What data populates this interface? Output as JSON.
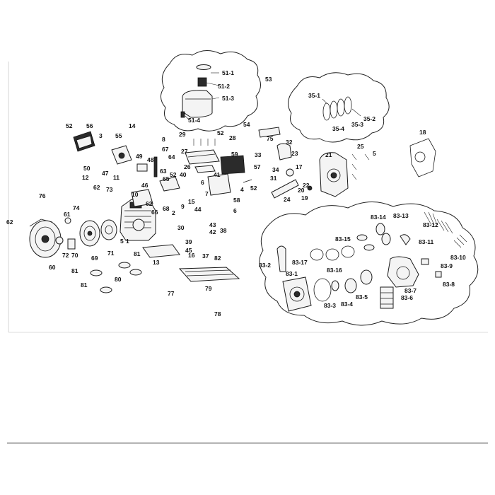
{
  "callouts": [
    {
      "id": "c-51-1",
      "text": "51-1"
    },
    {
      "id": "c-51-2",
      "text": "51-2"
    },
    {
      "id": "c-51-3",
      "text": "51-3"
    },
    {
      "id": "c-51-4",
      "text": "51-4"
    },
    {
      "id": "c-53",
      "text": "53"
    },
    {
      "id": "c-35-1",
      "text": "35-1"
    },
    {
      "id": "c-35-2",
      "text": "35-2"
    },
    {
      "id": "c-35-3",
      "text": "35-3"
    },
    {
      "id": "c-35-4",
      "text": "35-4"
    },
    {
      "id": "c-52a",
      "text": "52"
    },
    {
      "id": "c-56",
      "text": "56"
    },
    {
      "id": "c-3",
      "text": "3"
    },
    {
      "id": "c-55",
      "text": "55"
    },
    {
      "id": "c-14",
      "text": "14"
    },
    {
      "id": "c-8",
      "text": "8"
    },
    {
      "id": "c-29",
      "text": "29"
    },
    {
      "id": "c-52b",
      "text": "52"
    },
    {
      "id": "c-28",
      "text": "28"
    },
    {
      "id": "c-54",
      "text": "54"
    },
    {
      "id": "c-75",
      "text": "75"
    },
    {
      "id": "c-32",
      "text": "32"
    },
    {
      "id": "c-18",
      "text": "18"
    },
    {
      "id": "c-25",
      "text": "25"
    },
    {
      "id": "c-5a",
      "text": "5"
    },
    {
      "id": "c-21",
      "text": "21"
    },
    {
      "id": "c-27",
      "text": "27"
    },
    {
      "id": "c-59",
      "text": "59"
    },
    {
      "id": "c-33",
      "text": "33"
    },
    {
      "id": "c-23",
      "text": "23"
    },
    {
      "id": "c-49",
      "text": "49"
    },
    {
      "id": "c-67",
      "text": "67"
    },
    {
      "id": "c-48",
      "text": "48"
    },
    {
      "id": "c-64",
      "text": "64"
    },
    {
      "id": "c-50",
      "text": "50"
    },
    {
      "id": "c-47",
      "text": "47"
    },
    {
      "id": "c-26",
      "text": "26"
    },
    {
      "id": "c-57",
      "text": "57"
    },
    {
      "id": "c-34",
      "text": "34"
    },
    {
      "id": "c-17",
      "text": "17"
    },
    {
      "id": "c-63",
      "text": "63"
    },
    {
      "id": "c-40",
      "text": "40"
    },
    {
      "id": "c-41",
      "text": "41"
    },
    {
      "id": "c-12",
      "text": "12"
    },
    {
      "id": "c-62a",
      "text": "62"
    },
    {
      "id": "c-11",
      "text": "11"
    },
    {
      "id": "c-46",
      "text": "46"
    },
    {
      "id": "c-65",
      "text": "65"
    },
    {
      "id": "c-52c",
      "text": "52"
    },
    {
      "id": "c-73",
      "text": "73"
    },
    {
      "id": "c-6a",
      "text": "6"
    },
    {
      "id": "c-4",
      "text": "4"
    },
    {
      "id": "c-52d",
      "text": "52"
    },
    {
      "id": "c-31",
      "text": "31"
    },
    {
      "id": "c-22",
      "text": "22"
    },
    {
      "id": "c-20",
      "text": "20"
    },
    {
      "id": "c-19",
      "text": "19"
    },
    {
      "id": "c-76",
      "text": "76"
    },
    {
      "id": "c-10",
      "text": "10"
    },
    {
      "id": "c-15",
      "text": "15"
    },
    {
      "id": "c-7",
      "text": "7"
    },
    {
      "id": "c-58",
      "text": "58"
    },
    {
      "id": "c-24",
      "text": "24"
    },
    {
      "id": "c-62b",
      "text": "62"
    },
    {
      "id": "c-9",
      "text": "9"
    },
    {
      "id": "c-74",
      "text": "74"
    },
    {
      "id": "c-68",
      "text": "68"
    },
    {
      "id": "c-66",
      "text": "66"
    },
    {
      "id": "c-2",
      "text": "2"
    },
    {
      "id": "c-44",
      "text": "44"
    },
    {
      "id": "c-6b",
      "text": "6"
    },
    {
      "id": "c-61",
      "text": "61"
    },
    {
      "id": "c-62c",
      "text": "62"
    },
    {
      "id": "c-30",
      "text": "30"
    },
    {
      "id": "c-43",
      "text": "43"
    },
    {
      "id": "c-42",
      "text": "42"
    },
    {
      "id": "c-38",
      "text": "38"
    },
    {
      "id": "c-1",
      "text": "1"
    },
    {
      "id": "c-39",
      "text": "39"
    },
    {
      "id": "c-45",
      "text": "45"
    },
    {
      "id": "c-5b",
      "text": "5"
    },
    {
      "id": "c-71",
      "text": "71"
    },
    {
      "id": "c-72",
      "text": "72"
    },
    {
      "id": "c-70",
      "text": "70"
    },
    {
      "id": "c-81a",
      "text": "81"
    },
    {
      "id": "c-16",
      "text": "16"
    },
    {
      "id": "c-37",
      "text": "37"
    },
    {
      "id": "c-82",
      "text": "82"
    },
    {
      "id": "c-69",
      "text": "69"
    },
    {
      "id": "c-13",
      "text": "13"
    },
    {
      "id": "c-60",
      "text": "60"
    },
    {
      "id": "c-81b",
      "text": "81"
    },
    {
      "id": "c-80",
      "text": "80"
    },
    {
      "id": "c-81c",
      "text": "81"
    },
    {
      "id": "c-77",
      "text": "77"
    },
    {
      "id": "c-79",
      "text": "79"
    },
    {
      "id": "c-78",
      "text": "78"
    },
    {
      "id": "c-83-14",
      "text": "83-14"
    },
    {
      "id": "c-83-13",
      "text": "83-13"
    },
    {
      "id": "c-83-12",
      "text": "83-12"
    },
    {
      "id": "c-83-11",
      "text": "83-11"
    },
    {
      "id": "c-83-15",
      "text": "83-15"
    },
    {
      "id": "c-83-10",
      "text": "83-10"
    },
    {
      "id": "c-83-2",
      "text": "83-2"
    },
    {
      "id": "c-83-17",
      "text": "83-17"
    },
    {
      "id": "c-83-16",
      "text": "83-16"
    },
    {
      "id": "c-83-9",
      "text": "83-9"
    },
    {
      "id": "c-83-1",
      "text": "83-1"
    },
    {
      "id": "c-83-8",
      "text": "83-8"
    },
    {
      "id": "c-83-7",
      "text": "83-7"
    },
    {
      "id": "c-83-6",
      "text": "83-6"
    },
    {
      "id": "c-83-5",
      "text": "83-5"
    },
    {
      "id": "c-83-4",
      "text": "83-4"
    },
    {
      "id": "c-83-3",
      "text": "83-3"
    }
  ]
}
